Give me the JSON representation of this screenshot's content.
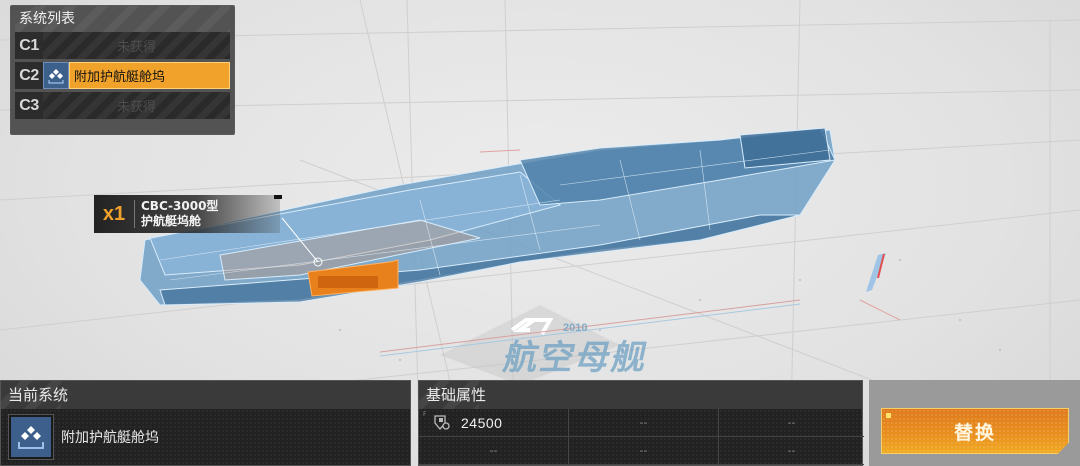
{
  "system_list": {
    "title": "系统列表",
    "slots": [
      {
        "code": "C1",
        "label": "未获得",
        "state": "locked"
      },
      {
        "code": "C2",
        "label": "附加护航艇舱坞",
        "state": "equipped",
        "icon": "carrier-dock-icon"
      },
      {
        "code": "C3",
        "label": "未获得",
        "state": "locked"
      }
    ]
  },
  "callout": {
    "quantity": "x1",
    "line1": "CBC-3000型",
    "line2": "护航艇坞舱"
  },
  "ship": {
    "class_label": "航空母舰",
    "hull_number": "2010"
  },
  "current_system": {
    "title": "当前系统",
    "name": "附加护航艇舱坞",
    "icon": "carrier-dock-icon"
  },
  "base_attributes": {
    "title": "基础属性",
    "cells": [
      {
        "icon": "shield-gear-icon",
        "value": "24500"
      },
      {
        "value": "--"
      },
      {
        "value": "--"
      },
      {
        "value": "--"
      },
      {
        "value": "--"
      },
      {
        "value": "--"
      }
    ]
  },
  "actions": {
    "replace_label": "替换"
  },
  "colors": {
    "accent_orange": "#f0a22a",
    "icon_blue": "#3d5f8c",
    "ship_blue": "#5b8fb8",
    "highlight_module": "#e8801c"
  }
}
